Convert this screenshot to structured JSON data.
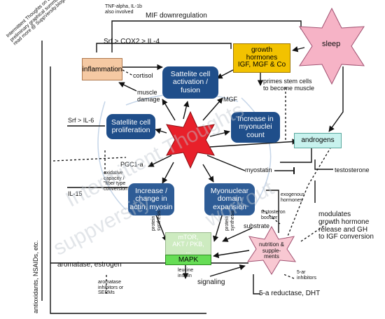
{
  "header": {
    "tnf_note": "TNF-alpha, IL-1b\nalso involved",
    "mif": "MIF downregulation",
    "srf_cox2": "Srf > COX2 > IL-4"
  },
  "rotated_title": "Intermittent Thoughts on Building Muscle\npreliminary graphical summary\nread more @ SuppVersity.blogspot.com",
  "nodes": {
    "inflammation": "inflammation",
    "growth_hormones": "growth\nhormones\nIGF, MGF & Co",
    "sleep": "sleep",
    "satellite_activation": "Sattelite cell\nactivation /\nfusion",
    "satellite_proliferation": "Satellite cell\nproliferation",
    "myonuclei": "Increase in\nmyonuclei\ncount",
    "androgens": "androgens",
    "actin_myosin": "Increase /\nchange in\nactin, myosin",
    "myonuclear_domain": "Myonuclear\ndomain\nexpansion",
    "mtor": "mTOR,\nAKT / PKB,\n...",
    "mapk": "MAPK",
    "nutrition": "nutrition &\nsupple-\nments"
  },
  "labels": {
    "cortisol": "cortisol",
    "muscle_damage": "muscle\ndamage",
    "primes": "primes stem cells\nto become muscle",
    "mgf": "MGF",
    "srf_il6": "Srf  > IL-6",
    "pgc": "PGC1-a",
    "oxidative": "oxidative\ncapacity /\n\"fiber type\nconversion\"",
    "il15": "IL-15",
    "myostatin": "myostatin",
    "testosterone": "testosterone",
    "exogenous": "exogenous\nhormones",
    "booster": "testosteron\nbooster",
    "substrate": "substrate",
    "protein_synthesis_left": "protein\nsynthesis",
    "protein_synthesis_right": "protein\nsynthesis",
    "modulates": "modulates\ngrowth hormone\nrelease and GH\nto IGF conversion",
    "aromatase": "aromatase, estrogen",
    "aromatase_inhibitors": "aromatase\ninhibitors or\nSERMs",
    "leucine": "leucine\ninsulin",
    "signaling": "signaling",
    "reductase": "5-a reductase, DHT",
    "five_ar": "5-ar\ninhibitors",
    "antioxidants": "antioxidants, NSAIDs, etc."
  },
  "watermark": [
    "Intermittent Thoughts",
    "suppversity",
    "workout"
  ],
  "colors": {
    "inflammation": "#f5c9a3",
    "growth_hormones": "#f2c200",
    "sleep": "#f6b3c6",
    "center_star": "#e8202a",
    "blue_node": "#1f4e8a",
    "blue_faded": "#8ea8c6",
    "androgens": "#c8f2ee",
    "mtor": "#cdebc0",
    "mapk": "#66dd55",
    "nutrition": "#f8c8d2"
  }
}
